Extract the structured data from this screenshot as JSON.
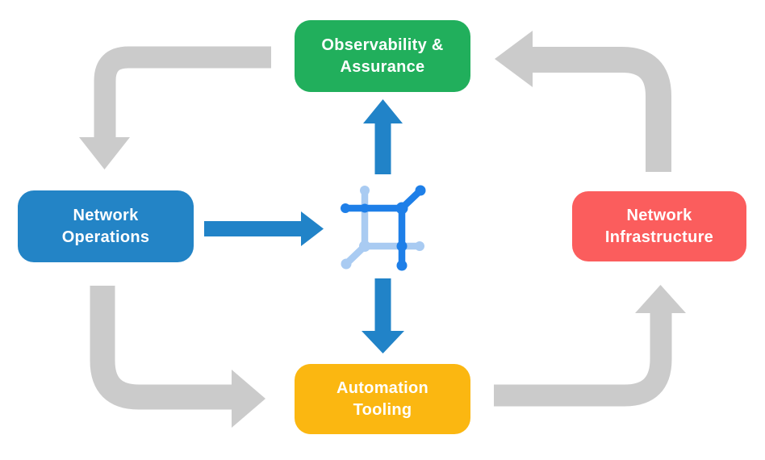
{
  "diagram": {
    "background_color": "#FFFFFF",
    "nodes": [
      {
        "id": "observability-assurance",
        "label": "Observability &\nAssurance",
        "color": "#21AF5C",
        "text_color": "#FFFFFF"
      },
      {
        "id": "network-operations",
        "label": "Network\nOperations",
        "color": "#2384C6",
        "text_color": "#FFFFFF"
      },
      {
        "id": "network-infrastructure",
        "label": "Network\nInfrastructure",
        "color": "#FB5D5D",
        "text_color": "#FFFFFF"
      },
      {
        "id": "automation-tooling",
        "label": "Automation\nTooling",
        "color": "#FBB711",
        "text_color": "#FFFFFF"
      }
    ],
    "center_icon": {
      "name": "network-mesh-icon",
      "dark_color": "#1E7FE8",
      "light_color": "#A9CBF2"
    },
    "arrows": {
      "gray_color": "#CBCBCB",
      "blue_color": "#2183C8",
      "flows": [
        {
          "from": "observability-assurance",
          "to": "network-operations",
          "color": "gray"
        },
        {
          "from": "network-operations",
          "to": "automation-tooling",
          "color": "gray"
        },
        {
          "from": "automation-tooling",
          "to": "network-infrastructure",
          "color": "gray"
        },
        {
          "from": "network-infrastructure",
          "to": "observability-assurance",
          "color": "gray"
        },
        {
          "from": "network-operations",
          "to": "center-icon",
          "color": "blue"
        },
        {
          "from": "center-icon",
          "to": "observability-assurance",
          "color": "blue"
        },
        {
          "from": "center-icon",
          "to": "automation-tooling",
          "color": "blue"
        }
      ]
    }
  }
}
